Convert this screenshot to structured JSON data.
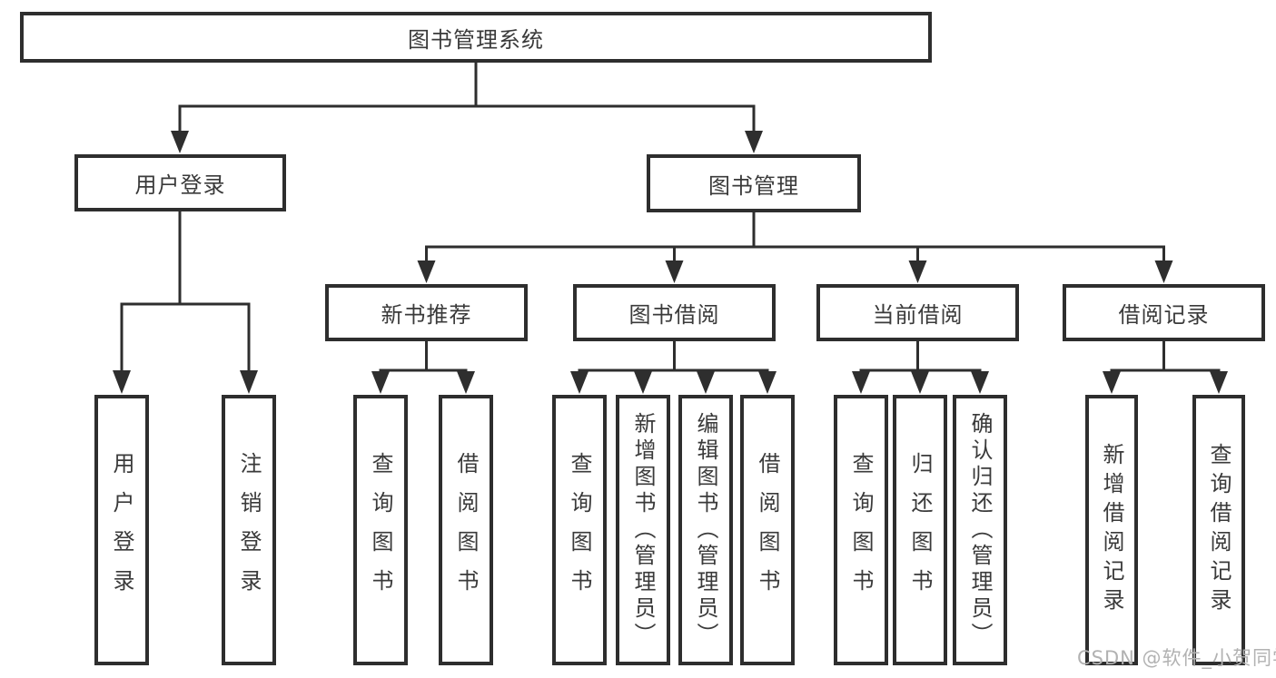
{
  "watermark": "CSDN @软件_小贺同学",
  "colors": {
    "line": "#2e2e2e",
    "text": "#3a3a3a",
    "watermark_gray": "#b2b2b2",
    "background": "#ffffff"
  },
  "tree": {
    "root": {
      "label": "图书管理系统"
    },
    "branches": [
      {
        "label": "用户登录",
        "children": [
          {
            "label": "用户登录"
          },
          {
            "label": "注销登录"
          }
        ]
      },
      {
        "label": "图书管理",
        "children": [
          {
            "label": "新书推荐",
            "children": [
              {
                "label": "查询图书"
              },
              {
                "label": "借阅图书"
              }
            ]
          },
          {
            "label": "图书借阅",
            "children": [
              {
                "label": "查询图书"
              },
              {
                "label": "新增图书（管理员）"
              },
              {
                "label": "编辑图书（管理员）"
              },
              {
                "label": "借阅图书"
              }
            ]
          },
          {
            "label": "当前借阅",
            "children": [
              {
                "label": "查询图书"
              },
              {
                "label": "归还图书"
              },
              {
                "label": "确认归还（管理员）"
              }
            ]
          },
          {
            "label": "借阅记录",
            "children": [
              {
                "label": "新增借阅记录"
              },
              {
                "label": "查询借阅记录"
              }
            ]
          }
        ]
      }
    ]
  }
}
